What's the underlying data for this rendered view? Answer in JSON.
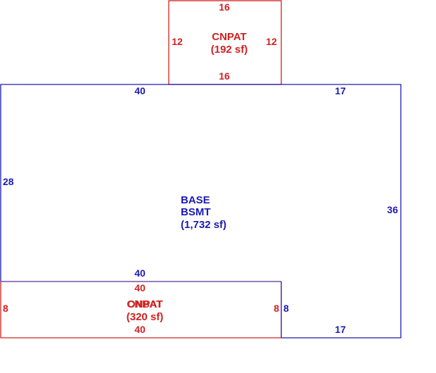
{
  "colors": {
    "base_outline": "#1a1ab4",
    "base_text": "#1a1ab4",
    "patio_outline": "#d02020",
    "patio_text": "#d02020",
    "overlap_outline": "#5a2a9a"
  },
  "areas": {
    "base": {
      "name": "BASE",
      "subname": "BSMT",
      "area": "(1,732 sf)",
      "dims": {
        "top_left": "40",
        "top_right": "17",
        "left": "28",
        "right": "36",
        "inner_bottom": "40",
        "inner_right": "8",
        "bottom_right": "17"
      }
    },
    "cnpat": {
      "name": "CNPAT",
      "area": "(192 sf)",
      "dims": {
        "top": "16",
        "bottom": "16",
        "left": "12",
        "right": "12"
      }
    },
    "onpat": {
      "name": "ONPAT",
      "overlap_name": "CNBAT",
      "area": "(320 sf)",
      "dims": {
        "top": "40",
        "bottom": "40",
        "left": "8",
        "right": "8"
      }
    }
  }
}
